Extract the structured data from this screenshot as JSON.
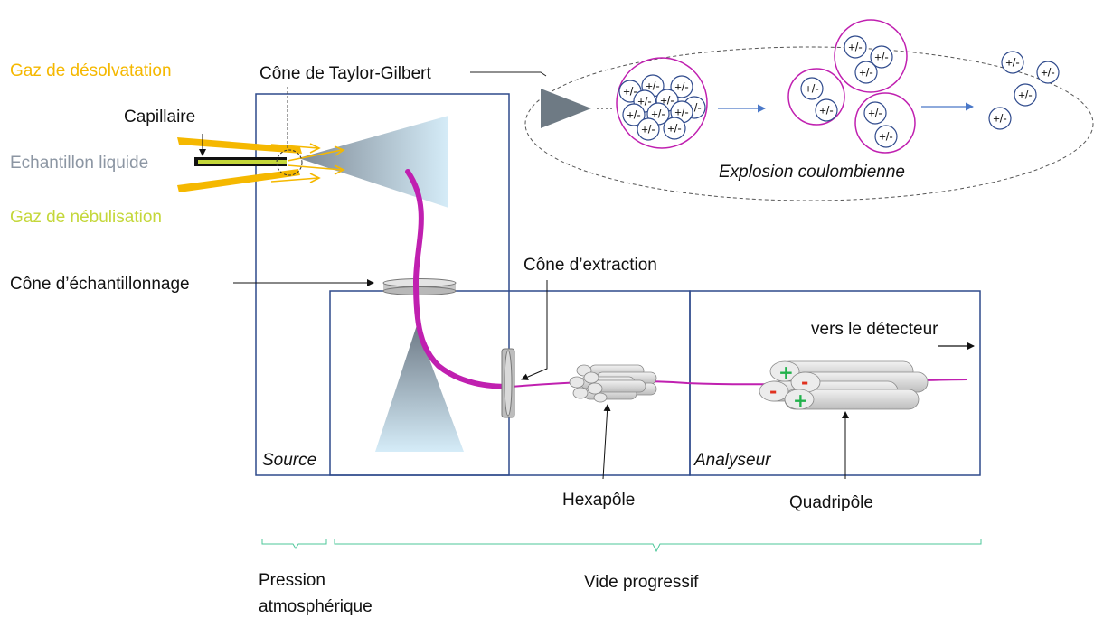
{
  "labels": {
    "gaz_desolvatation": "Gaz de désolvatation",
    "capillaire": "Capillaire",
    "echantillon_liquide": "Echantillon liquide",
    "gaz_nebulisation": "Gaz de nébulisation",
    "cone_taylor_gilbert": "Cône de Taylor-Gilbert",
    "cone_echantillonnage": "Cône d’échantillonnage",
    "cone_extraction": "Cône d’extraction",
    "vers_detecteur": "vers le détecteur",
    "source": "Source",
    "analyseur": "Analyseur",
    "hexapole": "Hexapôle",
    "quadripole": "Quadripôle",
    "explosion_coulombienne": "Explosion coulombienne",
    "pression_line1": "Pression",
    "pression_line2": "atmosphérique",
    "vide_progressif": "Vide progressif",
    "ion_symbol": "+/-",
    "plus_sign": "+",
    "minus_sign": "-"
  },
  "colors": {
    "gaz_desolvatation": "#f5b800",
    "gaz_nebulisation": "#c4d73a",
    "echantillon": "#8c96a3",
    "ion_beam": "#c020b0",
    "box_border": "#2f4a8c",
    "bracket": "#4dc79a",
    "droplet_border": "#c020b0",
    "ion_border": "#2f4a8c",
    "plus": "#22b24c",
    "minus": "#e0301e"
  }
}
